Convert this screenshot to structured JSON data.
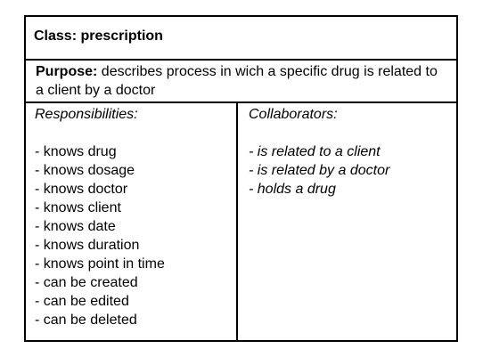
{
  "class_card": {
    "class_label": "Class: prescription",
    "purpose_label": "Purpose:",
    "purpose_text": "describes process in wich a specific drug is related to a client by a doctor",
    "responsibilities": {
      "heading": "Responsibilities:",
      "items": [
        "- knows drug",
        "- knows dosage",
        "- knows doctor",
        "- knows client",
        "- knows date",
        "- knows duration",
        "- knows point in time",
        "- can be created",
        "- can be edited",
        "- can be deleted"
      ]
    },
    "collaborators": {
      "heading": "Collaborators:",
      "items": [
        "- is related to a client",
        "- is related by a doctor",
        "- holds a drug"
      ]
    }
  }
}
